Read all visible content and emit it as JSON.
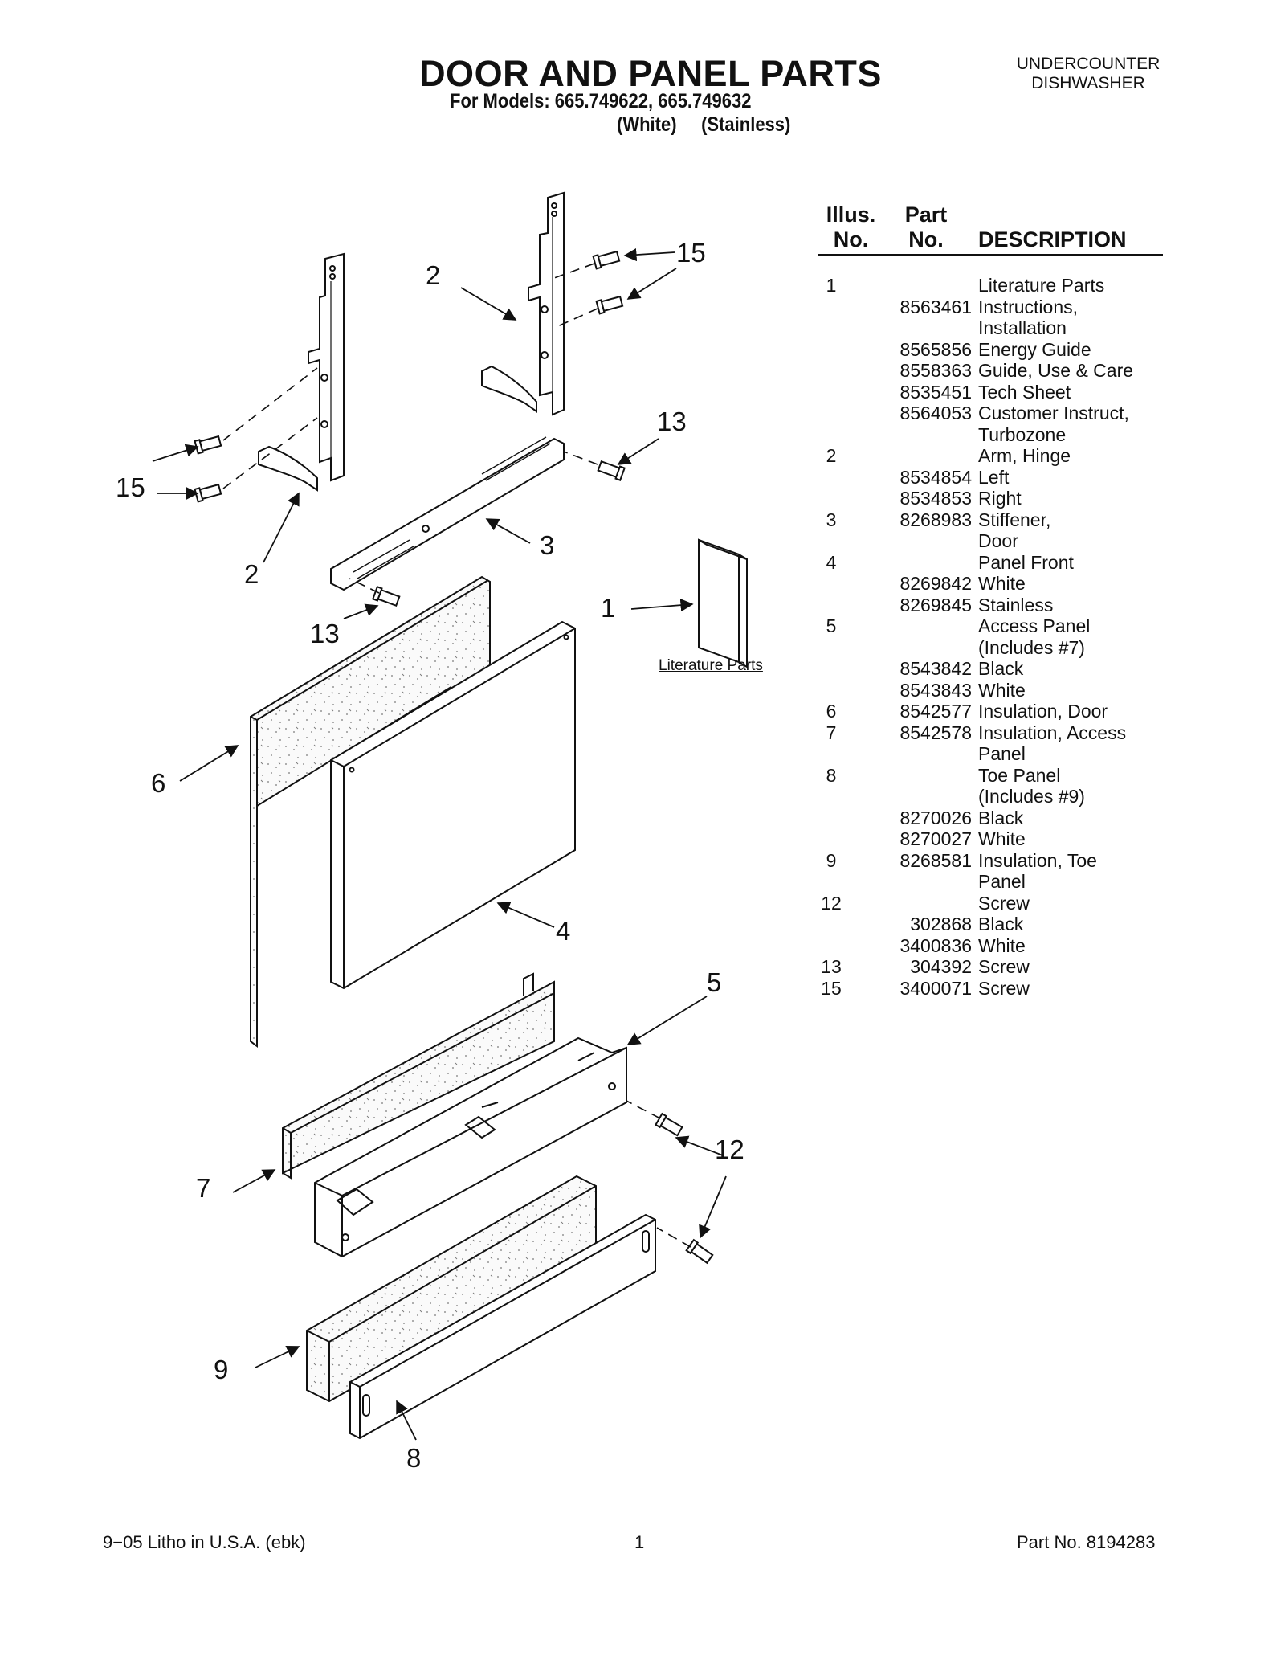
{
  "header": {
    "title": "DOOR AND PANEL PARTS",
    "models_line": "For Models: 665.749622, 665.749632",
    "colors_line": "(White)     (Stainless)",
    "category_line1": "UNDERCOUNTER",
    "category_line2": "DISHWASHER"
  },
  "table": {
    "col_illus_line1": "Illus.",
    "col_illus_line2": "No.",
    "col_part_line1": "Part",
    "col_part_line2": "No.",
    "col_desc": "DESCRIPTION",
    "rows": [
      {
        "illus": "1",
        "part": "",
        "desc": "Literature Parts"
      },
      {
        "illus": "",
        "part": "8563461",
        "desc": "Instructions,"
      },
      {
        "illus": "",
        "part": "",
        "desc": "Installation"
      },
      {
        "illus": "",
        "part": "8565856",
        "desc": "Energy Guide"
      },
      {
        "illus": "",
        "part": "8558363",
        "desc": "Guide, Use & Care"
      },
      {
        "illus": "",
        "part": "8535451",
        "desc": "Tech Sheet"
      },
      {
        "illus": "",
        "part": "8564053",
        "desc": "Customer Instruct,"
      },
      {
        "illus": "",
        "part": "",
        "desc": "Turbozone"
      },
      {
        "illus": "2",
        "part": "",
        "desc": "Arm, Hinge"
      },
      {
        "illus": "",
        "part": "8534854",
        "desc": "Left"
      },
      {
        "illus": "",
        "part": "8534853",
        "desc": "Right"
      },
      {
        "illus": "3",
        "part": "8268983",
        "desc": "Stiffener,"
      },
      {
        "illus": "",
        "part": "",
        "desc": "Door"
      },
      {
        "illus": "4",
        "part": "",
        "desc": "Panel Front"
      },
      {
        "illus": "",
        "part": "8269842",
        "desc": "White"
      },
      {
        "illus": "",
        "part": "8269845",
        "desc": "Stainless"
      },
      {
        "illus": "5",
        "part": "",
        "desc": "Access Panel"
      },
      {
        "illus": "",
        "part": "",
        "desc": "(Includes #7)"
      },
      {
        "illus": "",
        "part": "8543842",
        "desc": "Black"
      },
      {
        "illus": "",
        "part": "8543843",
        "desc": "White"
      },
      {
        "illus": "6",
        "part": "8542577",
        "desc": "Insulation, Door"
      },
      {
        "illus": "7",
        "part": "8542578",
        "desc": "Insulation, Access"
      },
      {
        "illus": "",
        "part": "",
        "desc": "Panel"
      },
      {
        "illus": "8",
        "part": "",
        "desc": "Toe Panel"
      },
      {
        "illus": "",
        "part": "",
        "desc": "(Includes #9)"
      },
      {
        "illus": "",
        "part": "8270026",
        "desc": "Black"
      },
      {
        "illus": "",
        "part": "8270027",
        "desc": "White"
      },
      {
        "illus": "9",
        "part": "8268581",
        "desc": "Insulation, Toe"
      },
      {
        "illus": "",
        "part": "",
        "desc": "Panel"
      },
      {
        "illus": "12",
        "part": "",
        "desc": "Screw"
      },
      {
        "illus": "",
        "part": "302868",
        "desc": "Black"
      },
      {
        "illus": "",
        "part": "3400836",
        "desc": "White"
      },
      {
        "illus": "13",
        "part": "304392",
        "desc": "Screw"
      },
      {
        "illus": "15",
        "part": "3400071",
        "desc": "Screw"
      }
    ]
  },
  "diagram": {
    "callouts": {
      "c15_top": "15",
      "c2_top": "2",
      "c13_right": "13",
      "c15_left": "15",
      "c3": "3",
      "c2_bottom": "2",
      "c13_bottom": "13",
      "c1": "1",
      "c6": "6",
      "c4": "4",
      "c5": "5",
      "c12": "12",
      "c7": "7",
      "c9": "9",
      "c8": "8"
    },
    "literature_label": "Literature Parts"
  },
  "footer": {
    "left": "9−05 Litho in U.S.A. (ebk)",
    "center": "1",
    "right": "Part No. 8194283"
  }
}
